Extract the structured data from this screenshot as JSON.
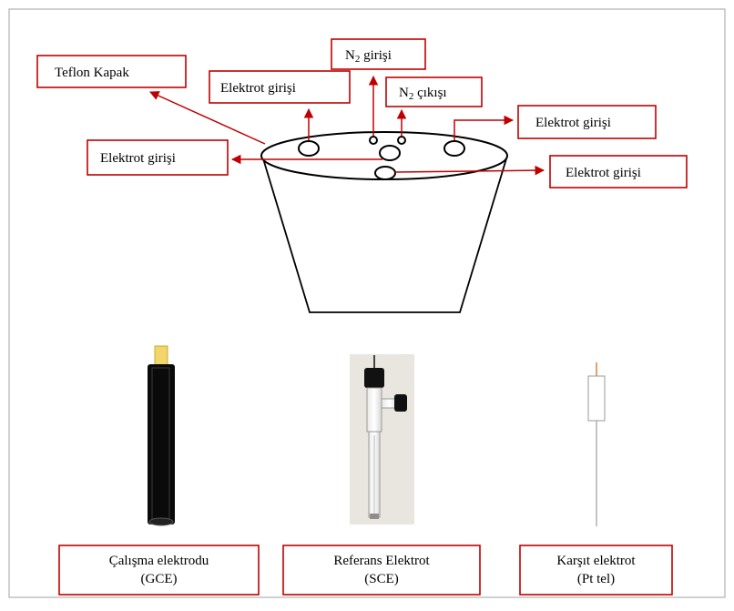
{
  "colors": {
    "accent": "#c00000",
    "line": "#000000",
    "frame": "#b0b0b0"
  },
  "labels": {
    "teflon_cap": "Teflon Kapak",
    "electrode_inlet_top": "Elektrot girişi",
    "n2_inlet_main": "N",
    "n2_inlet_sub": "2",
    "n2_inlet_rest": " girişi",
    "n2_outlet_main": "N",
    "n2_outlet_sub": "2",
    "n2_outlet_rest": " çıkışı",
    "electrode_inlet_right": "Elektrot girişi",
    "electrode_inlet_left": "Elektrot girişi",
    "electrode_inlet_bottom_right": "Elektrot girişi"
  },
  "electrodes": [
    {
      "name_line1": "Çalışma elektrodu",
      "name_line2": "(GCE)"
    },
    {
      "name_line1": "Referans Elektrot",
      "name_line2": "(SCE)"
    },
    {
      "name_line1": "Karşıt elektrot",
      "name_line2": "(Pt tel)"
    }
  ]
}
